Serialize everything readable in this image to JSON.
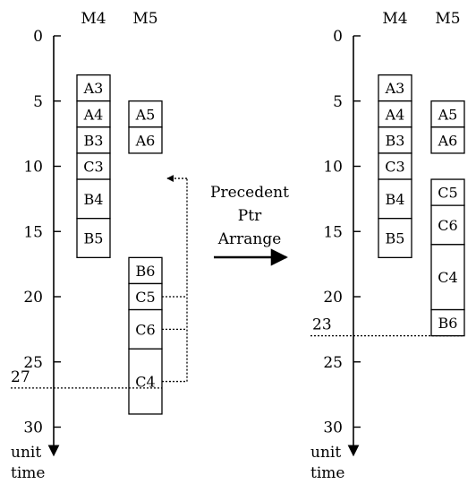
{
  "left": {
    "machines": [
      "M4",
      "M5"
    ],
    "ticks": [
      0,
      5,
      10,
      15,
      20,
      25,
      30
    ],
    "axis_label": [
      "unit",
      "time"
    ],
    "makespan_value": 27,
    "makespan_label": "27",
    "columns": [
      {
        "machine": "M4",
        "jobs": [
          {
            "label": "A3",
            "start": 3,
            "end": 5
          },
          {
            "label": "A4",
            "start": 5,
            "end": 7
          },
          {
            "label": "B3",
            "start": 7,
            "end": 9
          },
          {
            "label": "C3",
            "start": 9,
            "end": 11
          },
          {
            "label": "B4",
            "start": 11,
            "end": 14
          },
          {
            "label": "B5",
            "start": 14,
            "end": 17
          }
        ]
      },
      {
        "machine": "M5",
        "jobs": [
          {
            "label": "A5",
            "start": 5,
            "end": 7
          },
          {
            "label": "A6",
            "start": 7,
            "end": 9
          },
          {
            "label": "B6",
            "start": 17,
            "end": 19
          },
          {
            "label": "C5",
            "start": 19,
            "end": 21
          },
          {
            "label": "C6",
            "start": 21,
            "end": 24
          },
          {
            "label": "C4",
            "start": 24,
            "end": 29
          }
        ]
      }
    ]
  },
  "arrow_caption": [
    "Precedent",
    "Ptr",
    "Arrange"
  ],
  "right": {
    "machines": [
      "M4",
      "M5"
    ],
    "ticks": [
      0,
      5,
      10,
      15,
      20,
      25,
      30
    ],
    "axis_label": [
      "unit",
      "time"
    ],
    "makespan_value": 23,
    "makespan_label": "23",
    "columns": [
      {
        "machine": "M4",
        "jobs": [
          {
            "label": "A3",
            "start": 3,
            "end": 5
          },
          {
            "label": "A4",
            "start": 5,
            "end": 7
          },
          {
            "label": "B3",
            "start": 7,
            "end": 9
          },
          {
            "label": "C3",
            "start": 9,
            "end": 11
          },
          {
            "label": "B4",
            "start": 11,
            "end": 14
          },
          {
            "label": "B5",
            "start": 14,
            "end": 17
          }
        ]
      },
      {
        "machine": "M5",
        "jobs": [
          {
            "label": "A5",
            "start": 5,
            "end": 7
          },
          {
            "label": "A6",
            "start": 7,
            "end": 9
          },
          {
            "label": "C5",
            "start": 11,
            "end": 13
          },
          {
            "label": "C6",
            "start": 13,
            "end": 16
          },
          {
            "label": "C4",
            "start": 16,
            "end": 21
          },
          {
            "label": "B6",
            "start": 21,
            "end": 23
          }
        ]
      }
    ]
  }
}
